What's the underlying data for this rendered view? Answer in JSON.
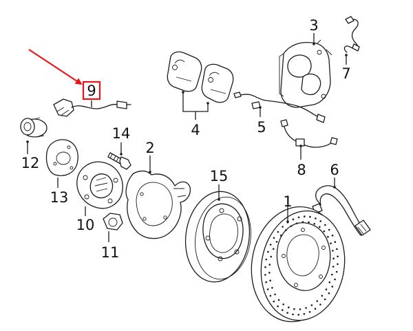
{
  "accent_color": "#e8141b",
  "callouts": {
    "c1": "1",
    "c2": "2",
    "c3": "3",
    "c4": "4",
    "c5": "5",
    "c6": "6",
    "c7": "7",
    "c8": "8",
    "c9": "9",
    "c10": "10",
    "c11": "11",
    "c12": "12",
    "c13": "13",
    "c14": "14",
    "c15": "15"
  },
  "highlight": {
    "callout": "9",
    "indicator": "red-arrow-icon"
  }
}
